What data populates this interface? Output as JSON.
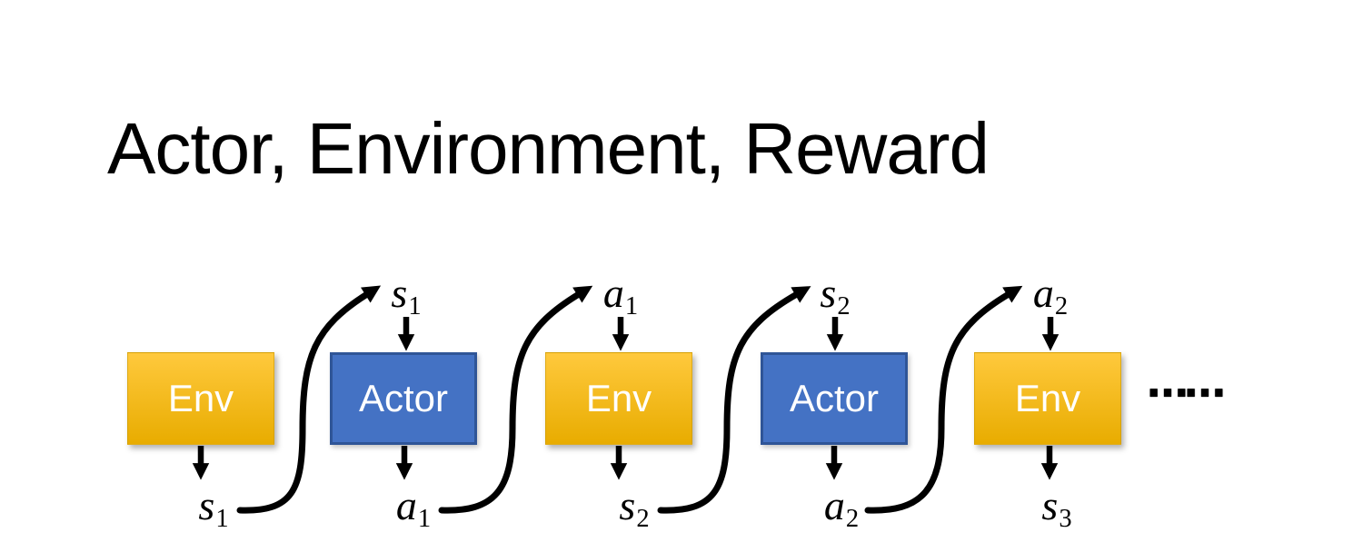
{
  "slide": {
    "title": "Actor, Environment, Reward",
    "ellipsis": "……"
  },
  "colors": {
    "title-text": "#000000",
    "label-text": "#000000",
    "arrow": "#000000",
    "box-text": "#FFFFFF",
    "env-top": "#FFC93D",
    "env-bottom": "#E8AC00",
    "actor-fill": "#4472C4",
    "actor-border": "#2F5597"
  },
  "diagram": {
    "boxes": [
      {
        "label": "Env"
      },
      {
        "label": "Actor"
      },
      {
        "label": "Env"
      },
      {
        "label": "Actor"
      },
      {
        "label": "Env"
      }
    ],
    "top_labels": [
      {
        "base": "s",
        "sub": "1"
      },
      {
        "base": "a",
        "sub": "1"
      },
      {
        "base": "s",
        "sub": "2"
      },
      {
        "base": "a",
        "sub": "2"
      }
    ],
    "bottom_labels": [
      {
        "base": "s",
        "sub": "1"
      },
      {
        "base": "a",
        "sub": "1"
      },
      {
        "base": "s",
        "sub": "2"
      },
      {
        "base": "a",
        "sub": "2"
      },
      {
        "base": "s",
        "sub": "3"
      }
    ]
  }
}
